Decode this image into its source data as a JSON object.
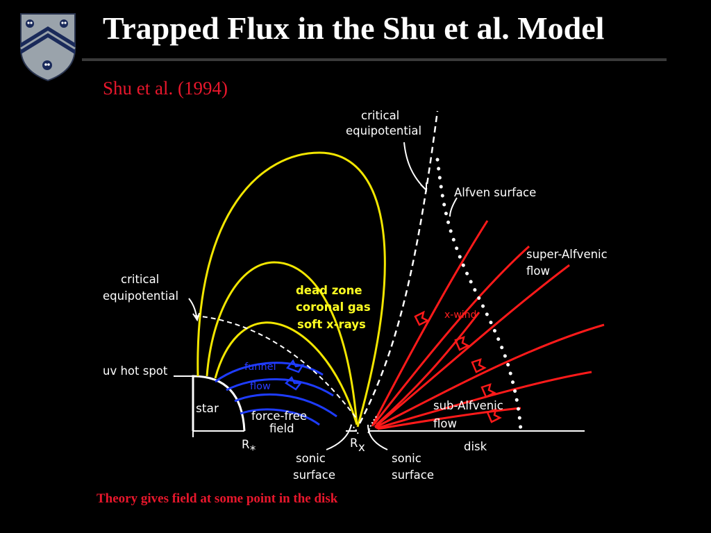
{
  "slide": {
    "title": "Trapped Flux in the Shu et al. Model",
    "citation": "Shu et al. (1994)",
    "caption": "Theory gives field at some point in the disk"
  },
  "logo": {
    "name": "rice-university-shield",
    "colors": {
      "shield": "#9aa3ab",
      "band": "#1a2a5a"
    }
  },
  "colors": {
    "title": "#ffffff",
    "accent_red": "#e8172c",
    "closed_field": "#f2e600",
    "funnel_flow": "#1e3cff",
    "wind_field": "#ff1a1a"
  },
  "diagram": {
    "labels": {
      "critical_equipotential_top_1": "critical",
      "critical_equipotential_top_2": "equipotential",
      "alfven_surface": "Alfven surface",
      "super_alfvenic_1": "super-Alfvenic",
      "super_alfvenic_2": "flow",
      "critical_equipotential_left_1": "critical",
      "critical_equipotential_left_2": "equipotential",
      "dead_zone_1": "dead zone",
      "dead_zone_2": "coronal gas",
      "dead_zone_3": "soft x-rays",
      "x_wind": "x-wind",
      "uv_hot_spot": "uv hot spot",
      "funnel": "funnel",
      "flow": "flow",
      "star": "star",
      "force_free_1": "force-free",
      "force_free_2": "field",
      "sub_alfvenic_1": "sub-Alfvenic",
      "sub_alfvenic_2": "flow",
      "disk": "disk",
      "r_star": "R",
      "r_star_sub": "*",
      "r_x": "R",
      "r_x_sub": "x",
      "sonic_left_1": "sonic",
      "sonic_left_2": "surface",
      "sonic_right_1": "sonic",
      "sonic_right_2": "surface"
    }
  }
}
